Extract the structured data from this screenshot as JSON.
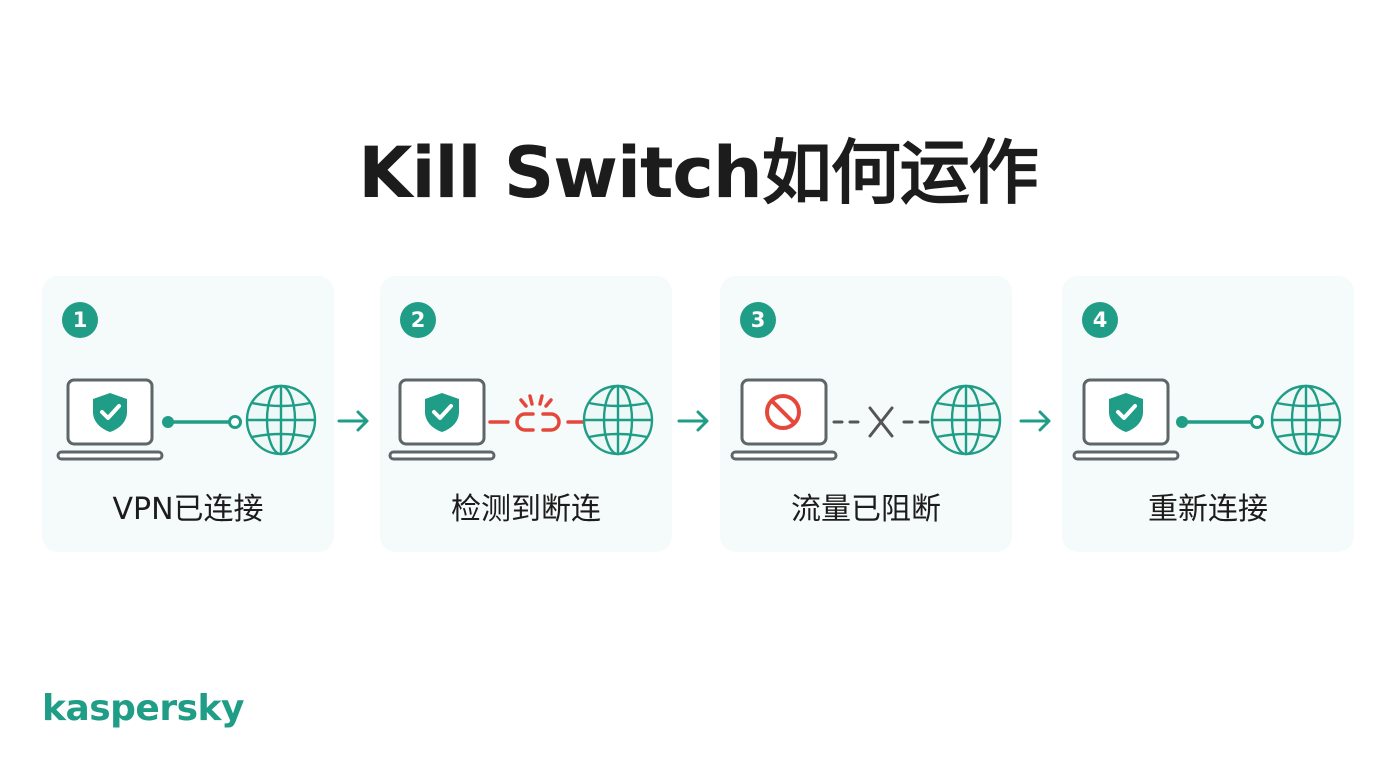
{
  "title": "Kill Switch如何运作",
  "steps": [
    {
      "number": "1",
      "label": "VPN已连接"
    },
    {
      "number": "2",
      "label": "检测到断连"
    },
    {
      "number": "3",
      "label": "流量已阻断"
    },
    {
      "number": "4",
      "label": "重新连接"
    }
  ],
  "brand": "kaspersky",
  "colors": {
    "accent": "#1f9d87",
    "alert": "#e5483b",
    "blocked": "#555555"
  }
}
